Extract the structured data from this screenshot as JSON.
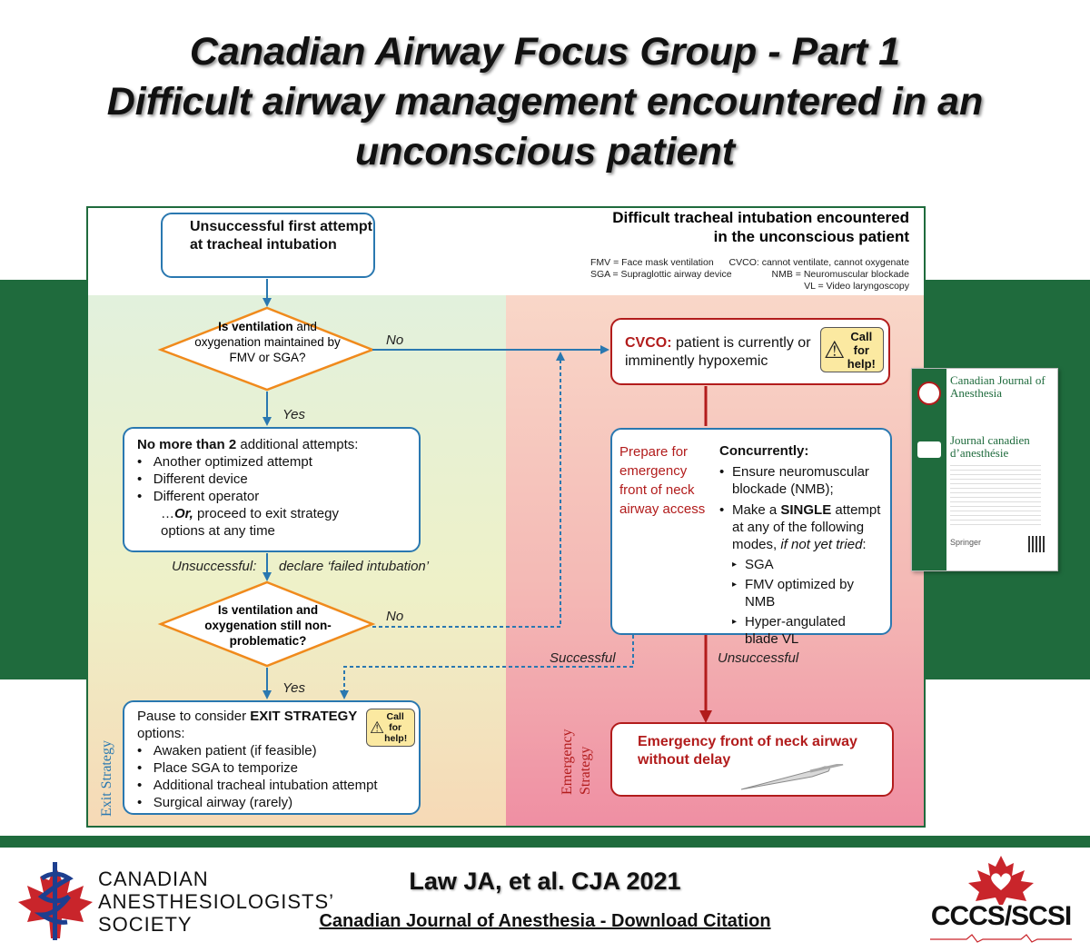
{
  "title": {
    "line1": "Canadian Airway Focus Group - Part 1",
    "line2": "Difficult airway management encountered in an",
    "line3": "unconscious patient"
  },
  "colors": {
    "green_band": "#1f6b3d",
    "blue_border": "#2a78b0",
    "orange_diamond": "#f08a1c",
    "red": "#b21c1c"
  },
  "diagram": {
    "heading_line1": "Difficult tracheal intubation encountered",
    "heading_line2": "in the unconscious patient",
    "abbr_fmv": "FMV = Face mask ventilation",
    "abbr_sga": "SGA = Supraglottic airway device",
    "abbr_cvco": "CVCO: cannot ventilate, cannot oxygenate",
    "abbr_nmb": "NMB = Neuromuscular blockade",
    "abbr_vl": "VL = Video laryngoscopy",
    "start_box": "Unsuccessful first attempt at tracheal intubation",
    "decision1_pre": "Is",
    "decision1_bold": "ventilation",
    "decision1_rest": "and oxygenation maintained by FMV or SGA?",
    "label_no1": "No",
    "label_yes1": "Yes",
    "attempts_bold": "No more than 2",
    "attempts_rest": "additional attempts:",
    "attempts_items": [
      "Another optimized attempt",
      "Different device",
      "Different operator"
    ],
    "attempts_or_prefix": "…",
    "attempts_or": "Or,",
    "attempts_or_rest": "proceed to exit strategy options at any time",
    "label_unsuccessful_left": "Unsuccessful:",
    "label_declare": "declare ‘failed intubation’",
    "decision2_pre": "Is",
    "decision2_bold": "ventilation",
    "decision2_rest": "and oxygenation still non-problematic?",
    "label_no2": "No",
    "label_yes2": "Yes",
    "exit_bold_prefix": "Pause to consider",
    "exit_bold": "EXIT STRATEGY",
    "exit_rest": "options:",
    "exit_items": [
      "Awaken patient (if feasible)",
      "Place SGA to temporize",
      "Additional tracheal intubation attempt",
      "Surgical airway (rarely)"
    ],
    "call_help": "Call for help!",
    "zone_exit": "Exit Strategy",
    "zone_emergency_line1": "Emergency",
    "zone_emergency_line2": "Strategy",
    "cvco_bold": "CVCO:",
    "cvco_rest": "patient is currently or imminently hypoxemic",
    "prepare_text": "Prepare for emergency front of neck airway access",
    "concurrently": "Concurrently:",
    "conc_item1": "Ensure neuromuscular blockade (NMB);",
    "conc_item2_pre": "Make a",
    "conc_item2_bold": "SINGLE",
    "conc_item2_rest": "attempt at any of the following modes,",
    "conc_item2_italic": "if not yet tried",
    "conc_item2_colon": ":",
    "conc_modes": [
      "SGA",
      "FMV optimized by NMB",
      "Hyper-angulated blade VL"
    ],
    "label_successful": "Successful",
    "label_unsuccessful_right": "Unsuccessful",
    "emergency_box": "Emergency front of neck airway without delay"
  },
  "journal_cover": {
    "title_en": "Canadian Journal of Anesthesia",
    "title_fr": "Journal canadien d’anesthésie",
    "publisher": "Springer"
  },
  "footer": {
    "cas_line1": "CANADIAN",
    "cas_line2": "ANESTHESIOLOGISTS’",
    "cas_line3": "SOCIETY",
    "citation": "Law JA, et al. CJA 2021",
    "link": "Canadian Journal of Anesthesia - Download Citation",
    "cccs_logo_text": "CCCS/SCSI"
  }
}
